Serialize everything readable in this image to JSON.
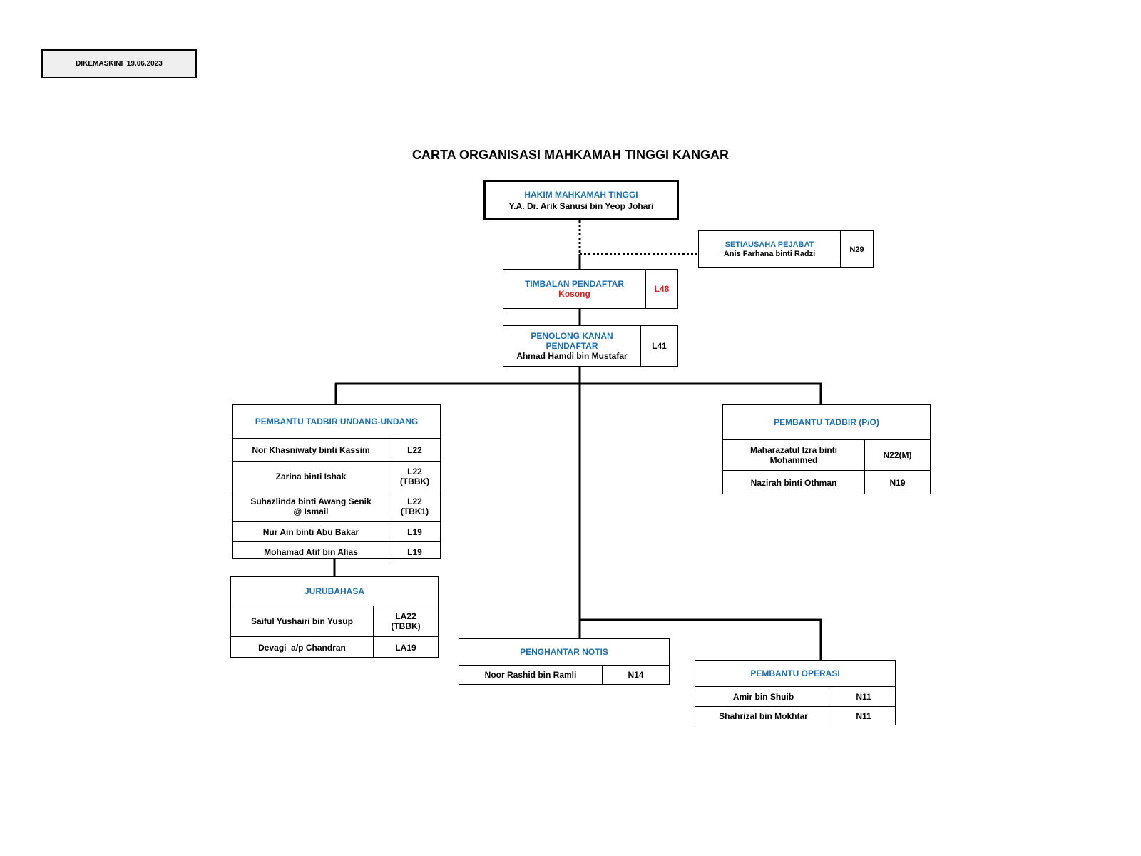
{
  "updated": "DIKEMASKINI  19.06.2023",
  "title": "CARTA ORGANISASI MAHKAMAH TINGGI KANGAR",
  "hakim": {
    "title": "HAKIM MAHKAMAH TINGGI",
    "name": "Y.A. Dr. Arik Sanusi bin Yeop Johari"
  },
  "setiausaha": {
    "title": "SETIAUSAHA PEJABAT",
    "name": "Anis Farhana binti Radzi",
    "grade": "N29"
  },
  "timbalan": {
    "title": "TIMBALAN PENDAFTAR",
    "name": "Kosong",
    "grade": "L48"
  },
  "penolong": {
    "title_line1": "PENOLONG KANAN",
    "title_line2": "PENDAFTAR",
    "name": "Ahmad Hamdi bin Mustafar",
    "grade": "L41"
  },
  "pembantu_undang": {
    "title": "PEMBANTU TADBIR UNDANG-UNDANG",
    "rows": [
      {
        "name": "Nor Khasniwaty binti Kassim",
        "grade": "L22"
      },
      {
        "name": "Zarina binti Ishak",
        "grade": "L22\n(TBBK)"
      },
      {
        "name": "Suhazlinda binti Awang Senik\n@ Ismail",
        "grade": "L22\n(TBK1)"
      },
      {
        "name": "Nur Ain binti Abu Bakar",
        "grade": "L19"
      },
      {
        "name": "Mohamad Atif bin Alias",
        "grade": "L19"
      }
    ]
  },
  "jurubahasa": {
    "title": "JURUBAHASA",
    "rows": [
      {
        "name": "Saiful Yushairi bin Yusup",
        "grade": "LA22\n(TBBK)"
      },
      {
        "name": "Devagi  a/p Chandran",
        "grade": "LA19"
      }
    ]
  },
  "pembantu_po": {
    "title": "PEMBANTU TADBIR (P/O)",
    "rows": [
      {
        "name": "Maharazatul Izra binti\nMohammed",
        "grade": "N22(M)"
      },
      {
        "name": "Nazirah binti Othman",
        "grade": "N19"
      }
    ]
  },
  "penghantar": {
    "title": "PENGHANTAR NOTIS",
    "rows": [
      {
        "name": "Noor Rashid bin Ramli",
        "grade": "N14"
      }
    ]
  },
  "operasi": {
    "title": "PEMBANTU OPERASI",
    "rows": [
      {
        "name": "Amir bin Shuib",
        "grade": "N11"
      },
      {
        "name": "Shahrizal bin Mokhtar",
        "grade": "N11"
      }
    ]
  }
}
